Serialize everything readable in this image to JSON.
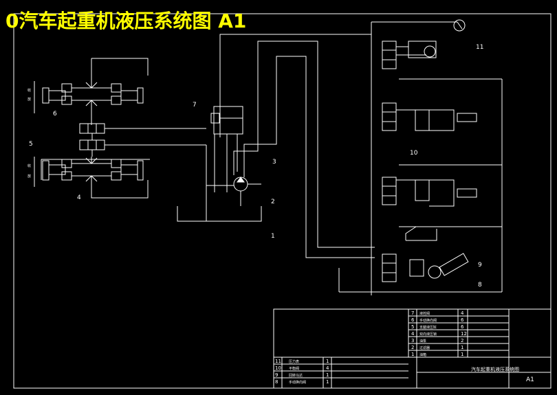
{
  "title": "0汽车起重机液压系统图 A1",
  "callouts": [
    "1",
    "2",
    "3",
    "4",
    "5",
    "6",
    "7",
    "8",
    "9",
    "10",
    "11"
  ],
  "cylinder_side_text": [
    "收",
    "放"
  ],
  "parts_list": [
    {
      "no": "11",
      "name": "压力表",
      "qty": "1"
    },
    {
      "no": "10",
      "name": "平衡阀",
      "qty": "4"
    },
    {
      "no": "9",
      "name": "回转马达",
      "qty": "1"
    },
    {
      "no": "8",
      "name": "手动换向阀",
      "qty": "1"
    },
    {
      "no": "7",
      "name": "液控阀",
      "qty": "4"
    },
    {
      "no": "6",
      "name": "手动换向阀",
      "qty": "6"
    },
    {
      "no": "5",
      "name": "支腿液压缸",
      "qty": "6"
    },
    {
      "no": "4",
      "name": "双向液压锁",
      "qty": "12"
    },
    {
      "no": "3",
      "name": "油泵",
      "qty": "2"
    },
    {
      "no": "2",
      "name": "过滤器",
      "qty": "1"
    },
    {
      "no": "1",
      "name": "油箱",
      "qty": "1"
    }
  ],
  "title_block": {
    "drawing_name": "汽车起重机液压系统图",
    "sheet": "A1"
  }
}
